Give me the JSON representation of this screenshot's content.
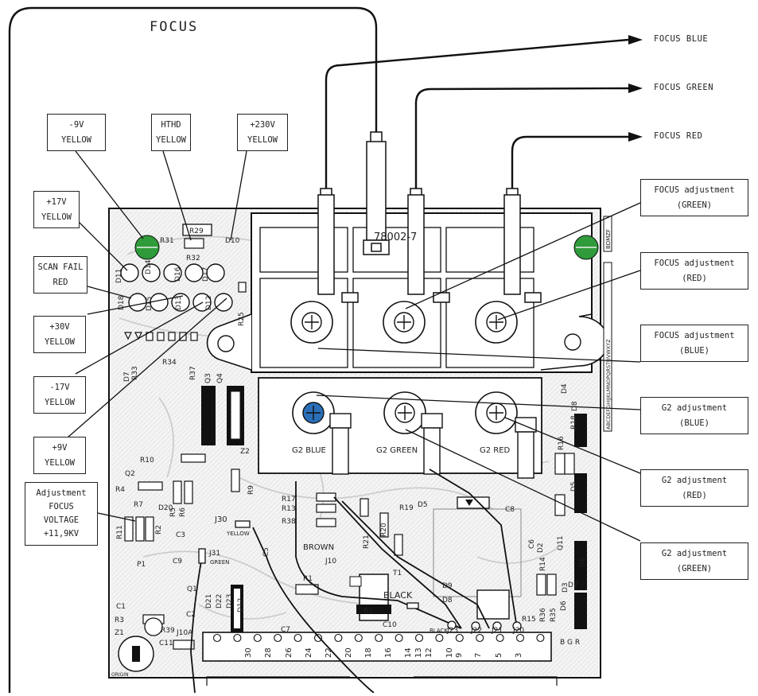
{
  "title": "FOCUS",
  "outputs": [
    "FOCUS BLUE",
    "FOCUS GREEN",
    "FOCUS RED"
  ],
  "callouts": {
    "minus9v": [
      "-9V",
      "YELLOW"
    ],
    "hthd": [
      "HTHD",
      "YELLOW"
    ],
    "plus230v": [
      "+230V",
      "YELLOW"
    ],
    "plus17v": [
      "+17V",
      "YELLOW"
    ],
    "scanfail": [
      "SCAN FAIL",
      "RED"
    ],
    "plus30v": [
      "+30V",
      "YELLOW"
    ],
    "minus17v": [
      "-17V",
      "YELLOW"
    ],
    "plus9v": [
      "+9V",
      "YELLOW"
    ],
    "adjfocus": [
      "Adjustment",
      "FOCUS",
      "VOLTAGE",
      "+11,9KV"
    ],
    "focus_green": [
      "FOCUS adjustment",
      "(GREEN)"
    ],
    "focus_red": [
      "FOCUS adjustment",
      "(RED)"
    ],
    "focus_blue": [
      "FOCUS adjustment",
      "(BLUE)"
    ],
    "g2_blue": [
      "G2 adjustment",
      "(BLUE)"
    ],
    "g2_red": [
      "G2 adjustment",
      "(RED)"
    ],
    "g2_green": [
      "G2 adjustment",
      "(GREEN)"
    ]
  },
  "board": {
    "part_no": "78002-7",
    "g2_labels": [
      "G2 BLUE",
      "G2 GREEN",
      "G2 RED"
    ],
    "wire_labels": [
      "BROWN",
      "BLACK",
      "YELLOW",
      "GREEN",
      "BLACK"
    ],
    "connectors": [
      "J30",
      "J31",
      "J10",
      "J10A",
      "J20",
      "J21",
      "J22",
      "J23"
    ],
    "designators": [
      "R29",
      "R31",
      "R32",
      "D10",
      "D11",
      "D14",
      "D16",
      "D17",
      "D18",
      "D15",
      "D12",
      "D13",
      "R33",
      "R34",
      "R25",
      "R37",
      "D7",
      "Q3",
      "Q4",
      "Z2",
      "R10",
      "Q2",
      "R4",
      "R5",
      "R6",
      "R7",
      "D20",
      "R11",
      "R2",
      "C3",
      "C9",
      "P1",
      "R9",
      "R17",
      "R13",
      "R38",
      "R19",
      "R20",
      "R21",
      "D5",
      "C8",
      "R1",
      "B1",
      "C10",
      "C7",
      "C5",
      "D12",
      "Q1",
      "D21",
      "D22",
      "D23",
      "C1",
      "C2",
      "R3",
      "Z1",
      "R39",
      "C11",
      "T1",
      "D9",
      "D8",
      "R15",
      "R14",
      "C6",
      "D2",
      "D3",
      "R36",
      "R35",
      "D6",
      "D7",
      "R16",
      "R18",
      "D8",
      "D4",
      "D5",
      "D6",
      "Q11"
    ],
    "connector_pins": [
      "30",
      "28",
      "26",
      "24",
      "22",
      "20",
      "18",
      "16",
      "14",
      "13",
      "12",
      "10",
      "9",
      "7",
      "5",
      "3"
    ],
    "letters": "B G R",
    "strip_top": "BDMZF",
    "strip_mid": "ABCDEFGHIJKLMNOPQRSTUVWXYZ",
    "origin": "ORIGIN"
  },
  "colors": {
    "led": "#2f9b3a",
    "g2_blue": "#2a6fb8",
    "ink": "#1a1a1a",
    "board": "#f3f3f3",
    "trace": "#cfcfcf"
  }
}
